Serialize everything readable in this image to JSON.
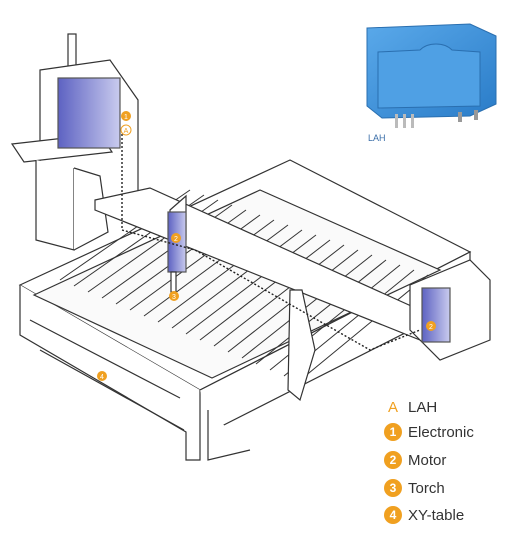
{
  "sensor": {
    "caption": "LAH"
  },
  "legend": [
    {
      "marker": "A",
      "label": "LAH"
    },
    {
      "marker": "1",
      "label": "Electronic"
    },
    {
      "marker": "2",
      "label": "Motor"
    },
    {
      "marker": "3",
      "label": "Torch"
    },
    {
      "marker": "4",
      "label": "XY-table"
    }
  ],
  "callouts": {
    "electronic": "1",
    "sensor": "A",
    "motor_arm": "2",
    "torch": "3",
    "motor_side": "2",
    "table": "4"
  },
  "colors": {
    "accent": "#f0a020",
    "panel": "#6f74c8",
    "sensor_blue": "#3b8fd8",
    "line": "#333333"
  }
}
